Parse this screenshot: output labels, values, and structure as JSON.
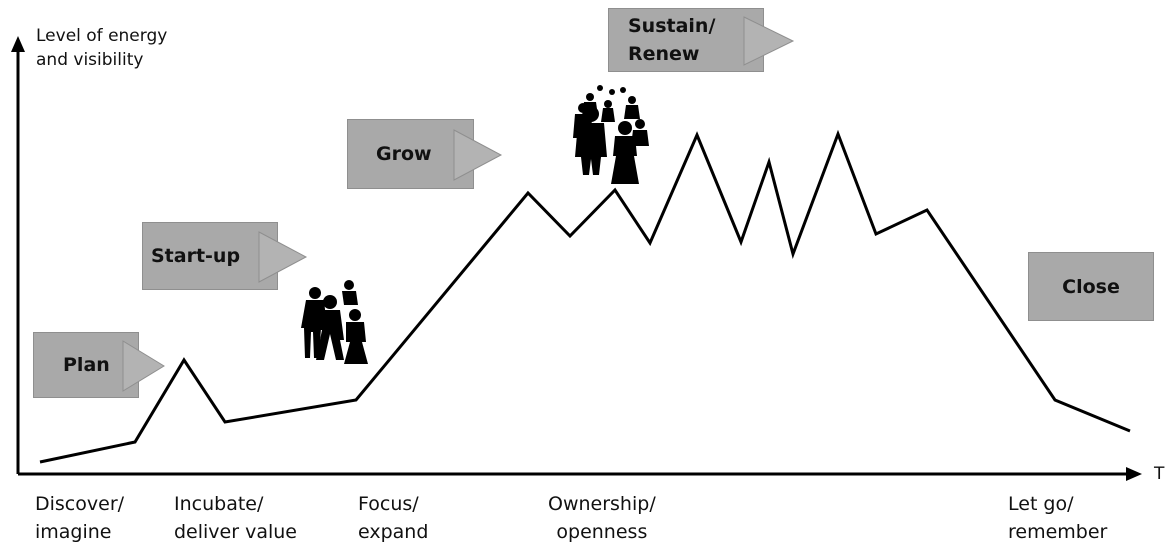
{
  "axis": {
    "y_title": "Level of energy\nand visibility",
    "x_end_label": "T"
  },
  "stages": [
    {
      "label": "Discover/\nimagine"
    },
    {
      "label": "Incubate/\ndeliver value"
    },
    {
      "label": "Focus/\nexpand"
    },
    {
      "label": "Ownership/\nopenness"
    },
    {
      "label": "Let go/\nremember"
    }
  ],
  "phases": [
    {
      "label": "Plan"
    },
    {
      "label": "Start-up"
    },
    {
      "label": "Grow"
    },
    {
      "label": "Sustain/\nRenew"
    },
    {
      "label": "Close"
    }
  ],
  "colors": {
    "box_fill": "#a9a9a9",
    "arrow_fill": "#b3b3b3",
    "line": "#000000"
  },
  "icons": {
    "small_group": "people-group-icon",
    "large_group": "crowd-icon"
  }
}
